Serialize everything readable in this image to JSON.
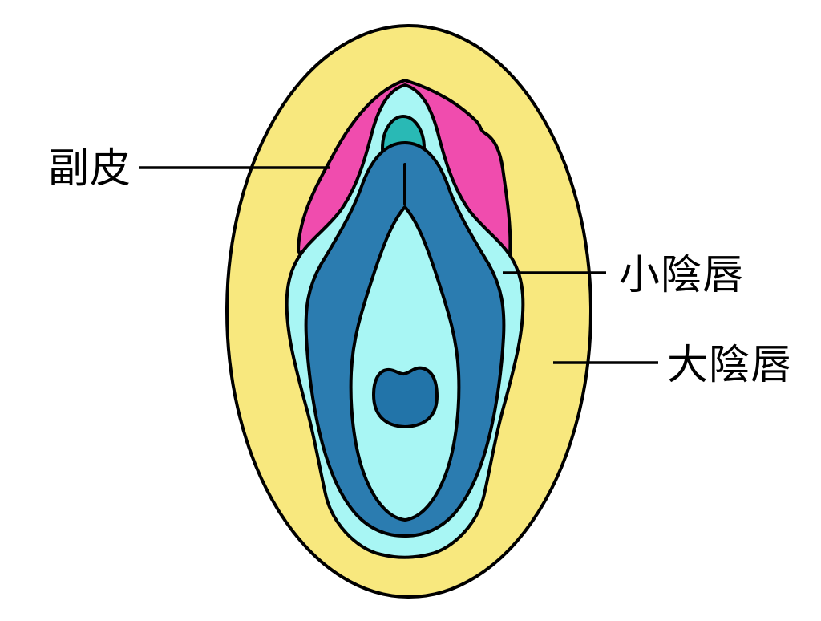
{
  "diagram": {
    "description": "Vulva anatomy diagram with Japanese labels",
    "labels": {
      "prepuce": "副皮",
      "labia_minora": "小陰唇",
      "labia_majora": "大陰唇"
    },
    "colors": {
      "background": "#ffffff",
      "outline": "#000000",
      "labia_majora_fill": "#F8E87E",
      "prepuce_fill": "#F04CAE",
      "labia_minora_fill": "#A8F6F4",
      "clitoral_glans_fill": "#29B9B5",
      "inner_structure_fill": "#2B7CB0",
      "vaginal_opening_fill": "#2274A9"
    }
  }
}
